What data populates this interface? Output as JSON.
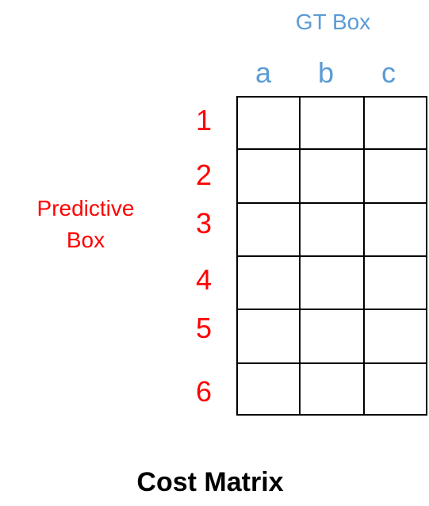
{
  "colors": {
    "gt": "#5b9bd5",
    "predictive": "#ff0000",
    "grid": "#000000",
    "title": "#000000"
  },
  "gt_box": {
    "title": "GT Box",
    "columns": [
      "a",
      "b",
      "c"
    ]
  },
  "predictive_box": {
    "title_line1": "Predictive",
    "title_line2": "Box",
    "rows": [
      "1",
      "2",
      "3",
      "4",
      "5",
      "6"
    ]
  },
  "matrix": {
    "rows": 6,
    "cols": 3
  },
  "footer": {
    "title": "Cost Matrix"
  }
}
